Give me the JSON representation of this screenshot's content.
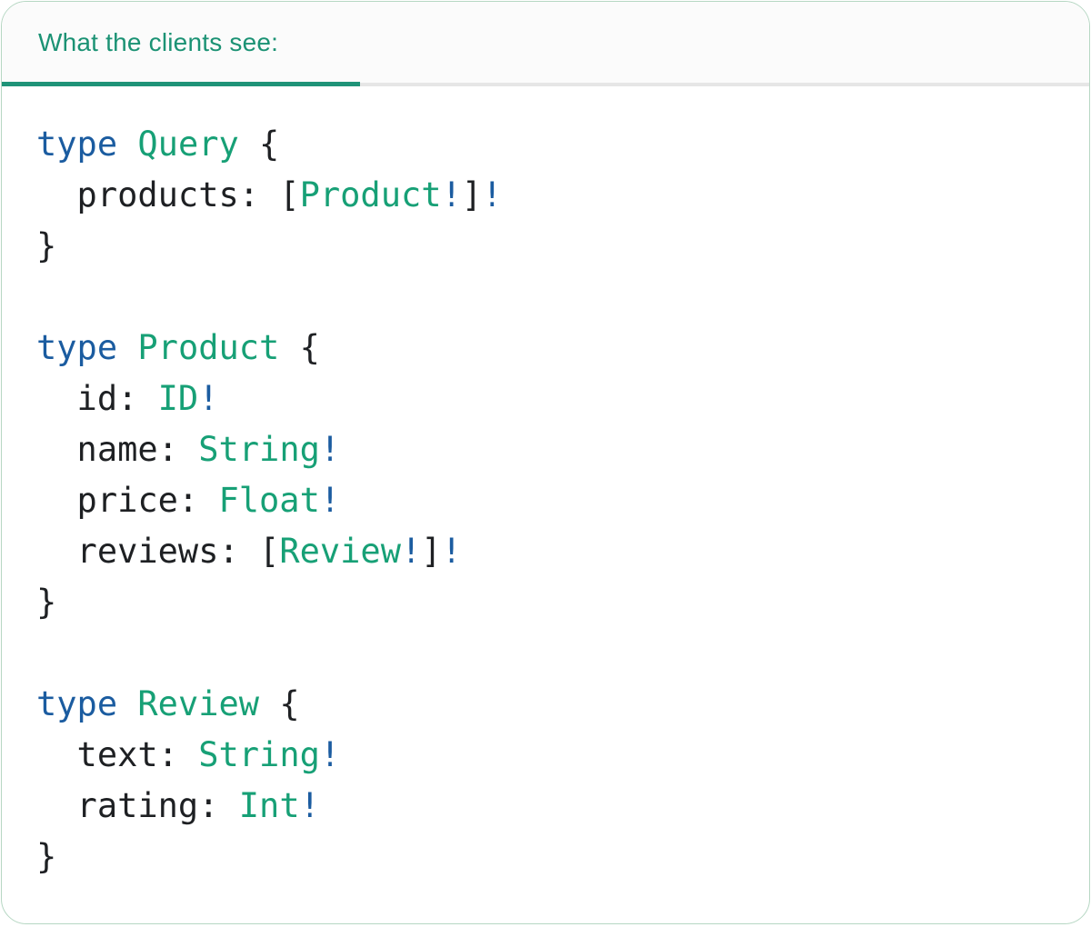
{
  "tab": {
    "label": "What the clients see:"
  },
  "colors": {
    "tab_text_green": "#1b9274",
    "active_tab_underline_green": "#1f9378",
    "code_type_green": "#17a076",
    "code_keyword_blue": "#1b5ca0",
    "code_text_dark": "#1e2023",
    "tabbar_divider_gray": "#e6e6e6",
    "card_border_light_green": "#b6d7c3",
    "tabbar_background": "#fbfbfb"
  },
  "code": {
    "language": "graphql",
    "plain_text": "type Query {\n  products: [Product!]!\n}\n\ntype Product {\n  id: ID!\n  name: String!\n  price: Float!\n  reviews: [Review!]!\n}\n\ntype Review {\n  text: String!\n  rating: Int!\n}",
    "lines": [
      [
        {
          "c": "blue",
          "t": "type"
        },
        {
          "c": "plain",
          "t": " "
        },
        {
          "c": "green",
          "t": "Query"
        },
        {
          "c": "plain",
          "t": " {"
        }
      ],
      [
        {
          "c": "plain",
          "t": "  products: ["
        },
        {
          "c": "green",
          "t": "Product"
        },
        {
          "c": "blue",
          "t": "!"
        },
        {
          "c": "plain",
          "t": "]"
        },
        {
          "c": "blue",
          "t": "!"
        }
      ],
      [
        {
          "c": "plain",
          "t": "}"
        }
      ],
      [],
      [
        {
          "c": "blue",
          "t": "type"
        },
        {
          "c": "plain",
          "t": " "
        },
        {
          "c": "green",
          "t": "Product"
        },
        {
          "c": "plain",
          "t": " {"
        }
      ],
      [
        {
          "c": "plain",
          "t": "  id: "
        },
        {
          "c": "green",
          "t": "ID"
        },
        {
          "c": "blue",
          "t": "!"
        }
      ],
      [
        {
          "c": "plain",
          "t": "  name: "
        },
        {
          "c": "green",
          "t": "String"
        },
        {
          "c": "blue",
          "t": "!"
        }
      ],
      [
        {
          "c": "plain",
          "t": "  price: "
        },
        {
          "c": "green",
          "t": "Float"
        },
        {
          "c": "blue",
          "t": "!"
        }
      ],
      [
        {
          "c": "plain",
          "t": "  reviews: ["
        },
        {
          "c": "green",
          "t": "Review"
        },
        {
          "c": "blue",
          "t": "!"
        },
        {
          "c": "plain",
          "t": "]"
        },
        {
          "c": "blue",
          "t": "!"
        }
      ],
      [
        {
          "c": "plain",
          "t": "}"
        }
      ],
      [],
      [
        {
          "c": "blue",
          "t": "type"
        },
        {
          "c": "plain",
          "t": " "
        },
        {
          "c": "green",
          "t": "Review"
        },
        {
          "c": "plain",
          "t": " {"
        }
      ],
      [
        {
          "c": "plain",
          "t": "  text: "
        },
        {
          "c": "green",
          "t": "String"
        },
        {
          "c": "blue",
          "t": "!"
        }
      ],
      [
        {
          "c": "plain",
          "t": "  rating: "
        },
        {
          "c": "green",
          "t": "Int"
        },
        {
          "c": "blue",
          "t": "!"
        }
      ],
      [
        {
          "c": "plain",
          "t": "}"
        }
      ]
    ]
  }
}
